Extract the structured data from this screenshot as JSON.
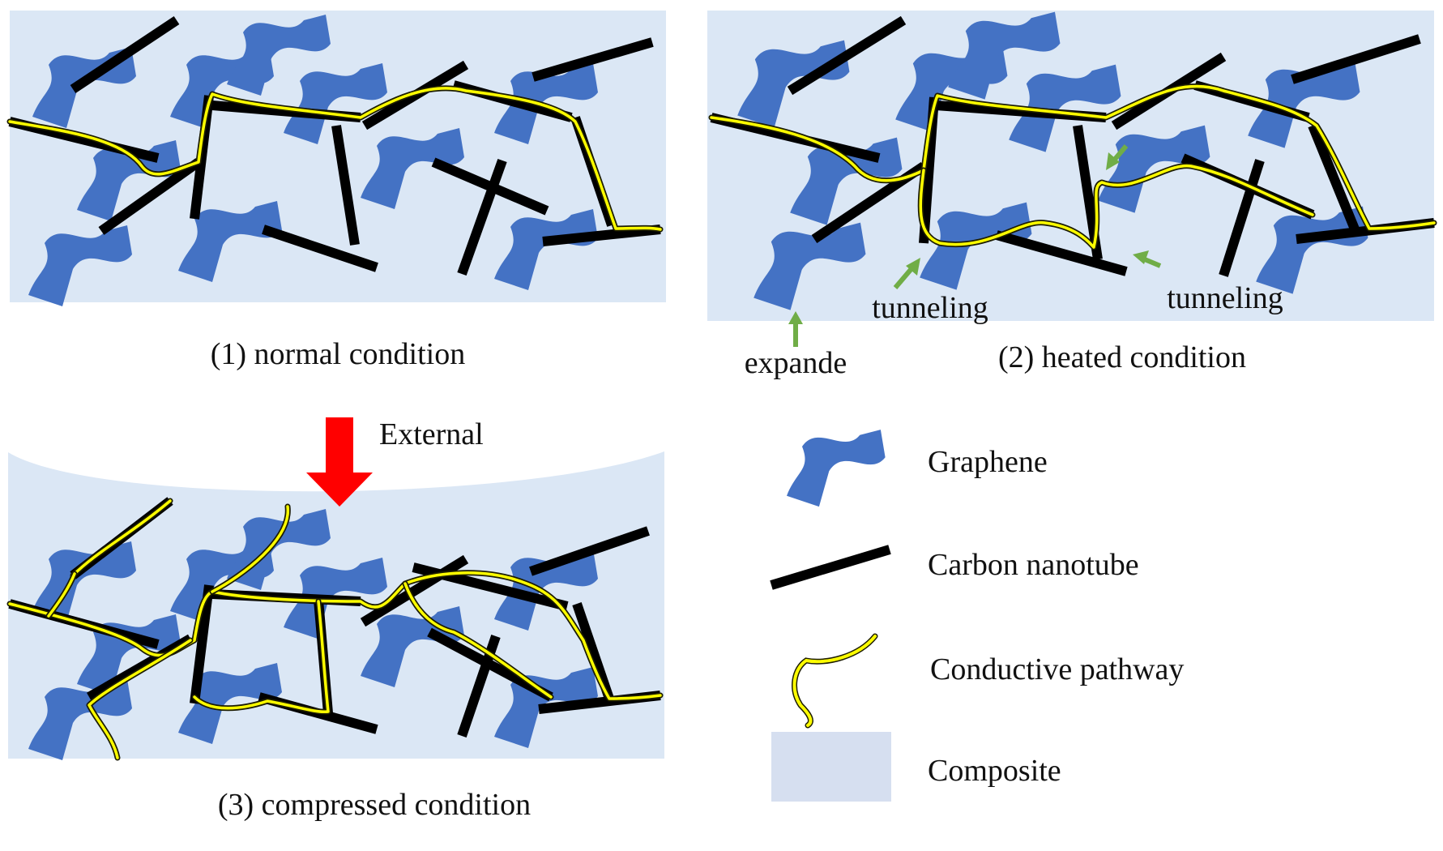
{
  "panels": {
    "normal": {
      "caption": "(1) normal condition"
    },
    "heated": {
      "caption": "(2) heated condition",
      "annotations": {
        "tunneling_left": "tunneling",
        "tunneling_right": "tunneling",
        "expand": "expande"
      }
    },
    "compressed": {
      "caption": "(3) compressed condition",
      "force_label": "External"
    }
  },
  "legend": {
    "graphene": "Graphene",
    "cnt": "Carbon nanotube",
    "pathway": "Conductive pathway",
    "composite": "Composite"
  },
  "colors": {
    "composite": "#dbe7f5",
    "legend_composite": "#d6dff0",
    "graphene": "#4472c4",
    "carbon_nanotube": "#000000",
    "conductive_pathway": "#ffff00",
    "tunneling_arrow": "#70ad47",
    "external_force_arrow": "#ff0000"
  },
  "icons": {
    "graphene": "graphene-flake-icon",
    "cnt": "carbon-nanotube-icon",
    "pathway": "conductive-pathway-icon",
    "composite": "composite-swatch-icon",
    "force": "external-force-arrow-icon",
    "tunneling": "green-arrow-icon"
  }
}
